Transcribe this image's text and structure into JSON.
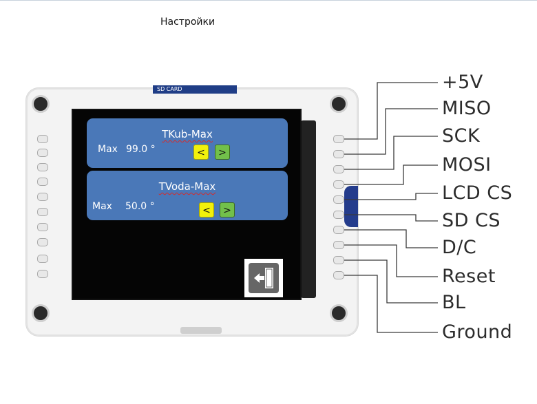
{
  "page_title": "Настройки",
  "board": {
    "sd_label": "SD CARD"
  },
  "cards": [
    {
      "title": "TKub-Max",
      "label": "Max",
      "value": "99.0 °",
      "dec_button": "<",
      "inc_button": ">"
    },
    {
      "title": "TVoda-Max",
      "label": "Max",
      "value": "50.0 °",
      "dec_button": "<",
      "inc_button": ">"
    }
  ],
  "exit_button": {
    "icon": "exit-door-icon"
  },
  "pins": [
    "+5V",
    "MISO",
    "SCK",
    "MOSI",
    "LCD CS",
    "SD CS",
    "D/C",
    "Reset",
    "BL",
    "Ground"
  ],
  "colors": {
    "card": "#4a78b8",
    "dec_button": "#f2f10c",
    "inc_button": "#72c04a"
  }
}
